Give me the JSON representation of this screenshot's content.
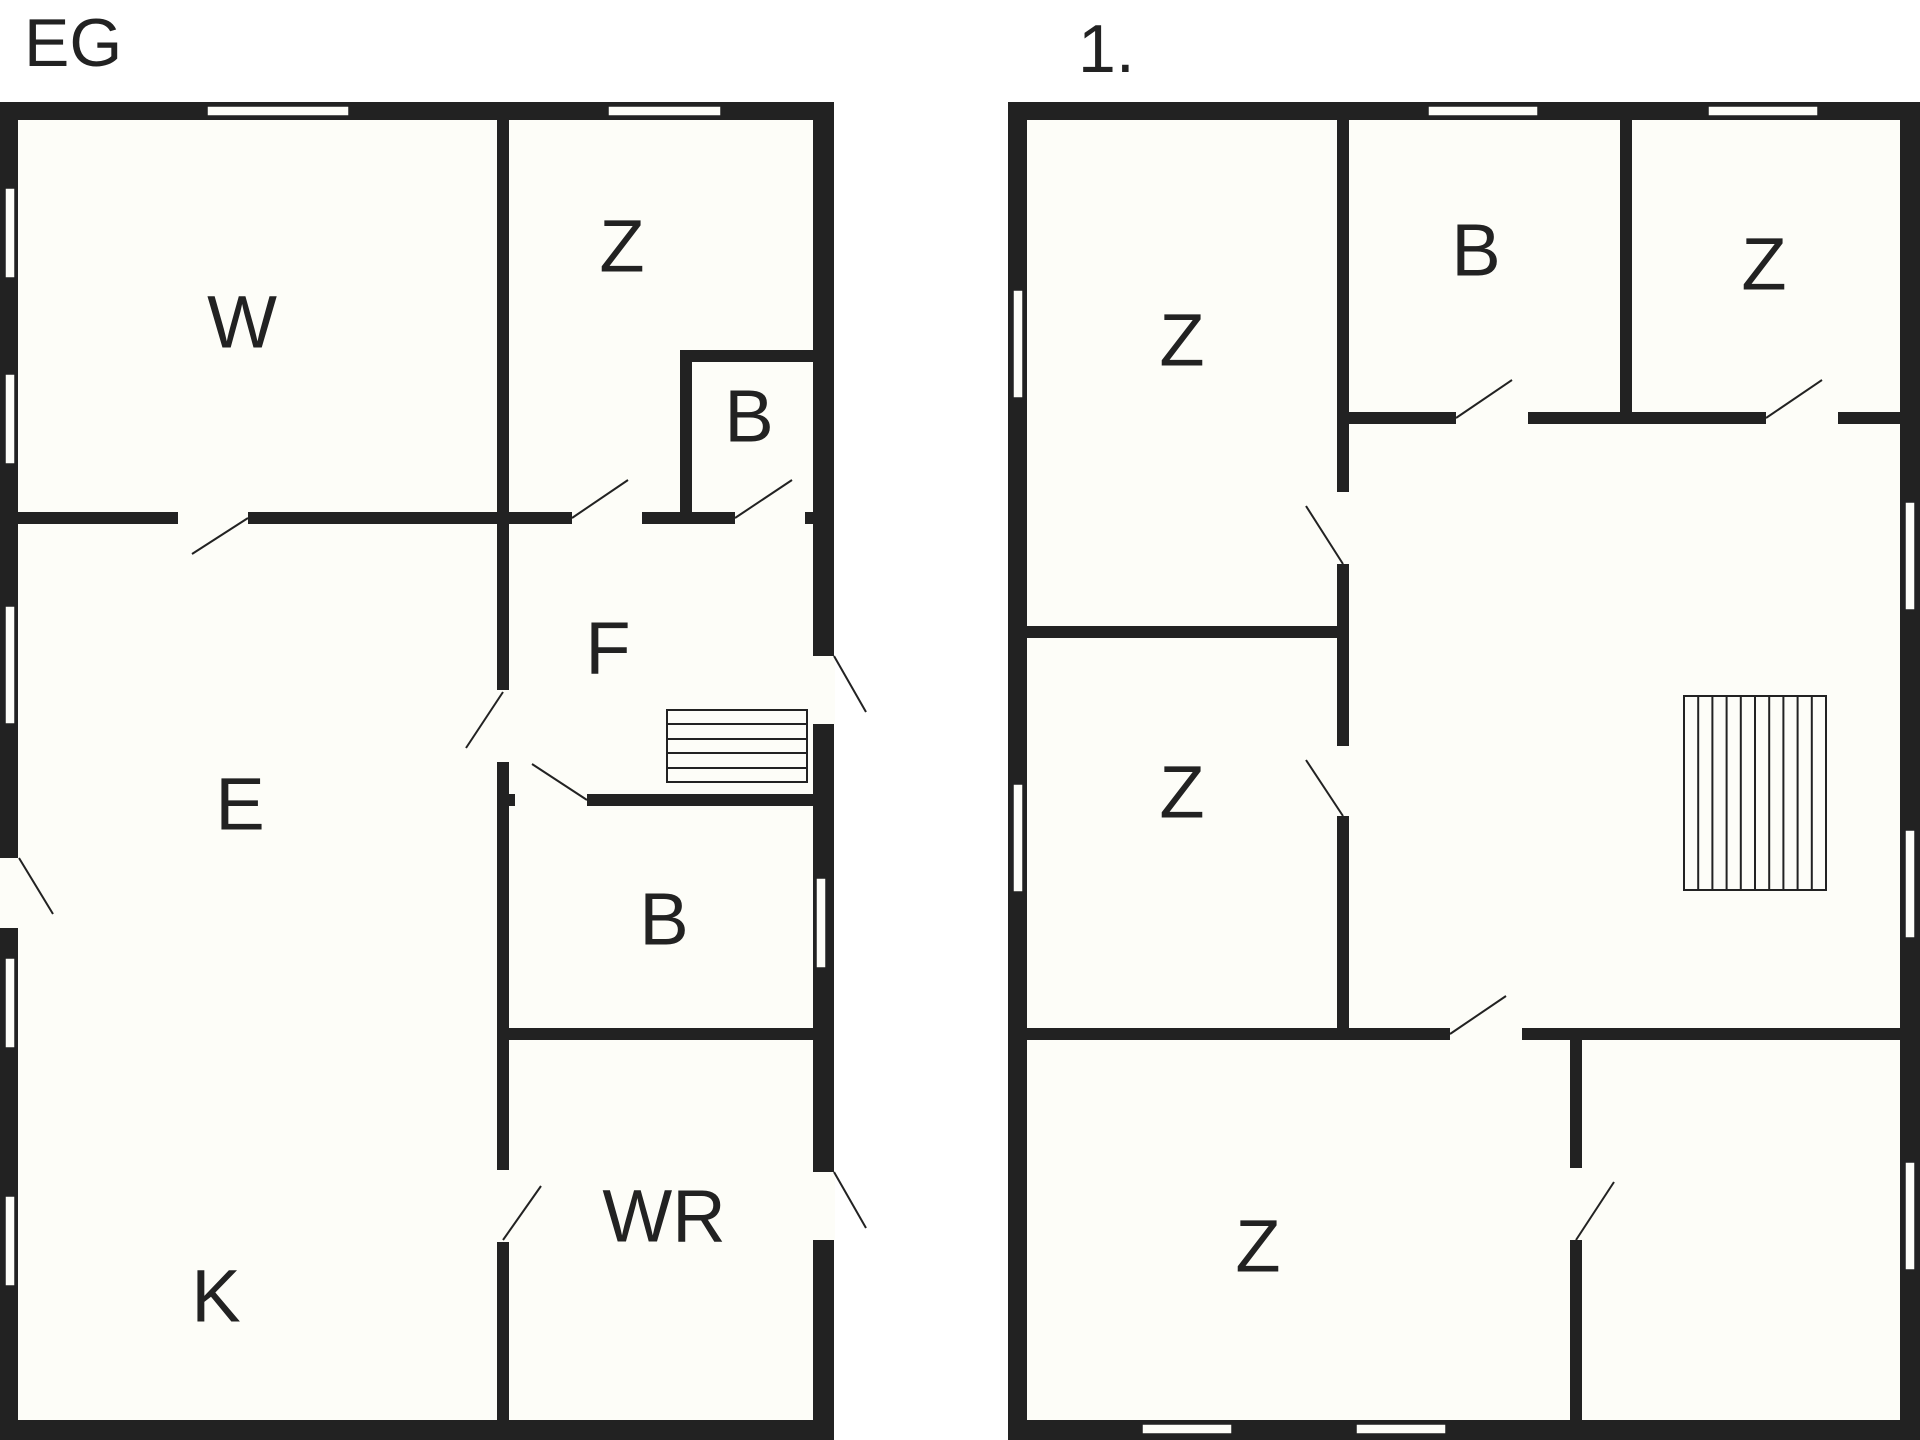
{
  "floors": [
    {
      "title": "EG",
      "rooms": [
        {
          "label": "W"
        },
        {
          "label": "Z"
        },
        {
          "label": "B"
        },
        {
          "label": "F"
        },
        {
          "label": "E"
        },
        {
          "label": "B"
        },
        {
          "label": "WR"
        },
        {
          "label": "K"
        }
      ]
    },
    {
      "title": "1.",
      "rooms": [
        {
          "label": "Z"
        },
        {
          "label": "B"
        },
        {
          "label": "Z"
        },
        {
          "label": "Z"
        },
        {
          "label": "Z"
        }
      ]
    }
  ],
  "colors": {
    "wall": "#222222",
    "floor": "#fdfdf8",
    "text": "#222222"
  }
}
